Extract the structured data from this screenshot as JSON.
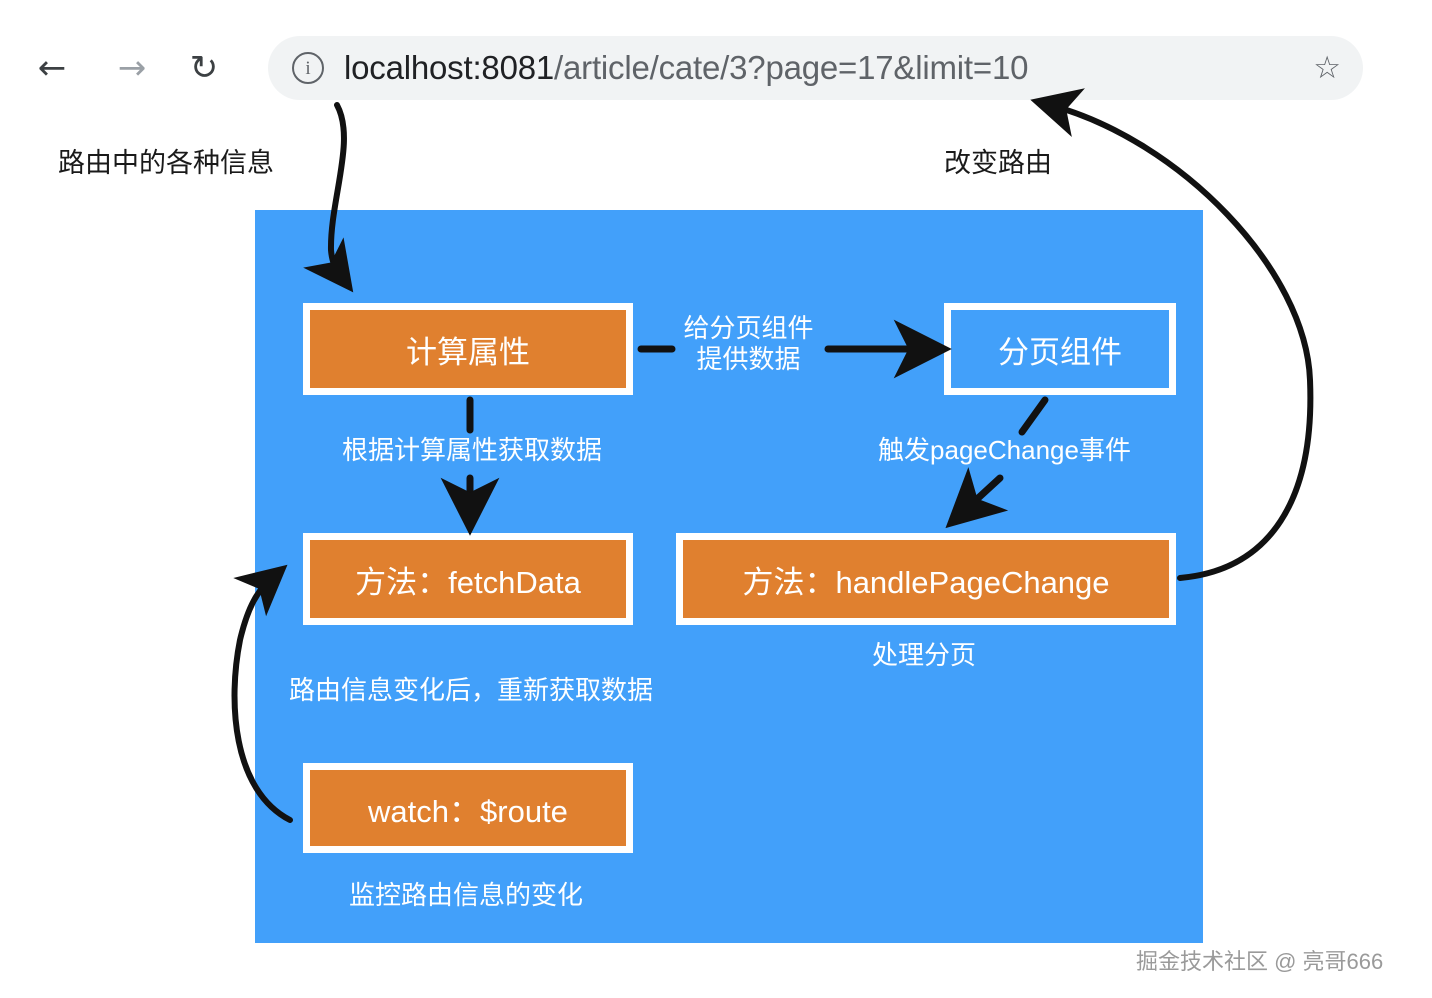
{
  "browser": {
    "back_icon": "arrow-left-icon",
    "forward_icon": "arrow-right-icon",
    "reload_icon": "reload-icon",
    "back_glyph": "←",
    "forward_glyph": "→",
    "reload_glyph": "↻",
    "info_glyph": "i",
    "star_glyph": "☆",
    "url_host": "localhost:8081",
    "url_path": "/article/cate/3?page=17&limit=10",
    "url_full": "localhost:8081/article/cate/3?page=17&limit=10"
  },
  "annotations": {
    "route_info": "路由中的各种信息",
    "change_route": "改变路由"
  },
  "diagram": {
    "nodes": {
      "computed": "计算属性",
      "pagination": "分页组件",
      "fetchdata": "方法：fetchData",
      "handlepagechange": "方法：handlePageChange",
      "watch": "watch：$route"
    },
    "edges": {
      "provide_data_line1": "给分页组件",
      "provide_data_line2": "提供数据",
      "fetch_by_computed": "根据计算属性获取数据",
      "trigger_pagechange": "触发pageChange事件",
      "refetch_on_route_change": "路由信息变化后，重新获取数据"
    },
    "captions": {
      "handle_pagination": "处理分页",
      "watch_route_change": "监控路由信息的变化"
    }
  },
  "watermark": "掘金技术社区 @ 亮哥666",
  "colors": {
    "panel_blue": "#42a0fa",
    "node_orange": "#e0802f",
    "node_border": "#ffffff",
    "arrow_black": "#111111",
    "url_bar_bg": "#f1f3f4",
    "url_host_color": "#202124",
    "url_path_color": "#5f6368",
    "watermark_color": "#9a9a9a"
  }
}
